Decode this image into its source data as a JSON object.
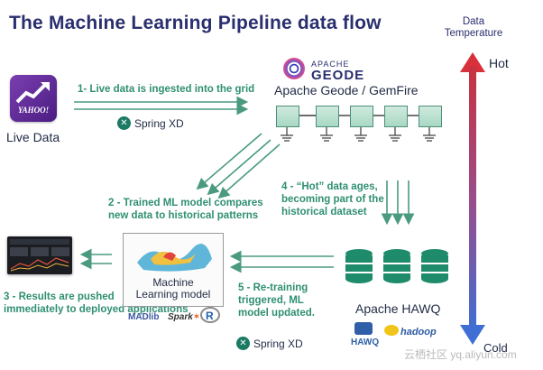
{
  "title": "The Machine Learning Pipeline data flow",
  "live_data": {
    "logo_text": "YAHOO!",
    "label": "Live Data"
  },
  "step1": "1- Live data is ingested into the grid",
  "step2": [
    "2 - Trained ML model compares",
    "new data to historical patterns"
  ],
  "step3": [
    "3 - Results are pushed",
    "immediately to deployed applications"
  ],
  "step4": [
    "4 - “Hot” data ages,",
    "becoming part of the",
    "historical dataset"
  ],
  "step5": [
    "5 - Re-training",
    "triggered, ML",
    "model updated."
  ],
  "spring_xd": "Spring XD",
  "geode": {
    "apache": "APACHE",
    "name": "GEODE",
    "label": "Apache Geode / GemFire"
  },
  "ml_model": [
    "Machine",
    "Learning model"
  ],
  "ml_tools": {
    "madlib": "MADlib",
    "spark": "Spark",
    "r": "R"
  },
  "hawq": {
    "label": "Apache HAWQ",
    "logo": "HAWQ",
    "hadoop": "hadoop"
  },
  "temperature": {
    "title": [
      "Data",
      "Temperature"
    ],
    "hot": "Hot",
    "cold": "Cold"
  },
  "watermark": "云栖社区 yq.aliyun.com",
  "colors": {
    "title": "#2a2f6e",
    "step_text": "#2f8f72",
    "arrow": "#4a9a80",
    "hot": "#d8313b",
    "cold": "#3f6fd4"
  }
}
